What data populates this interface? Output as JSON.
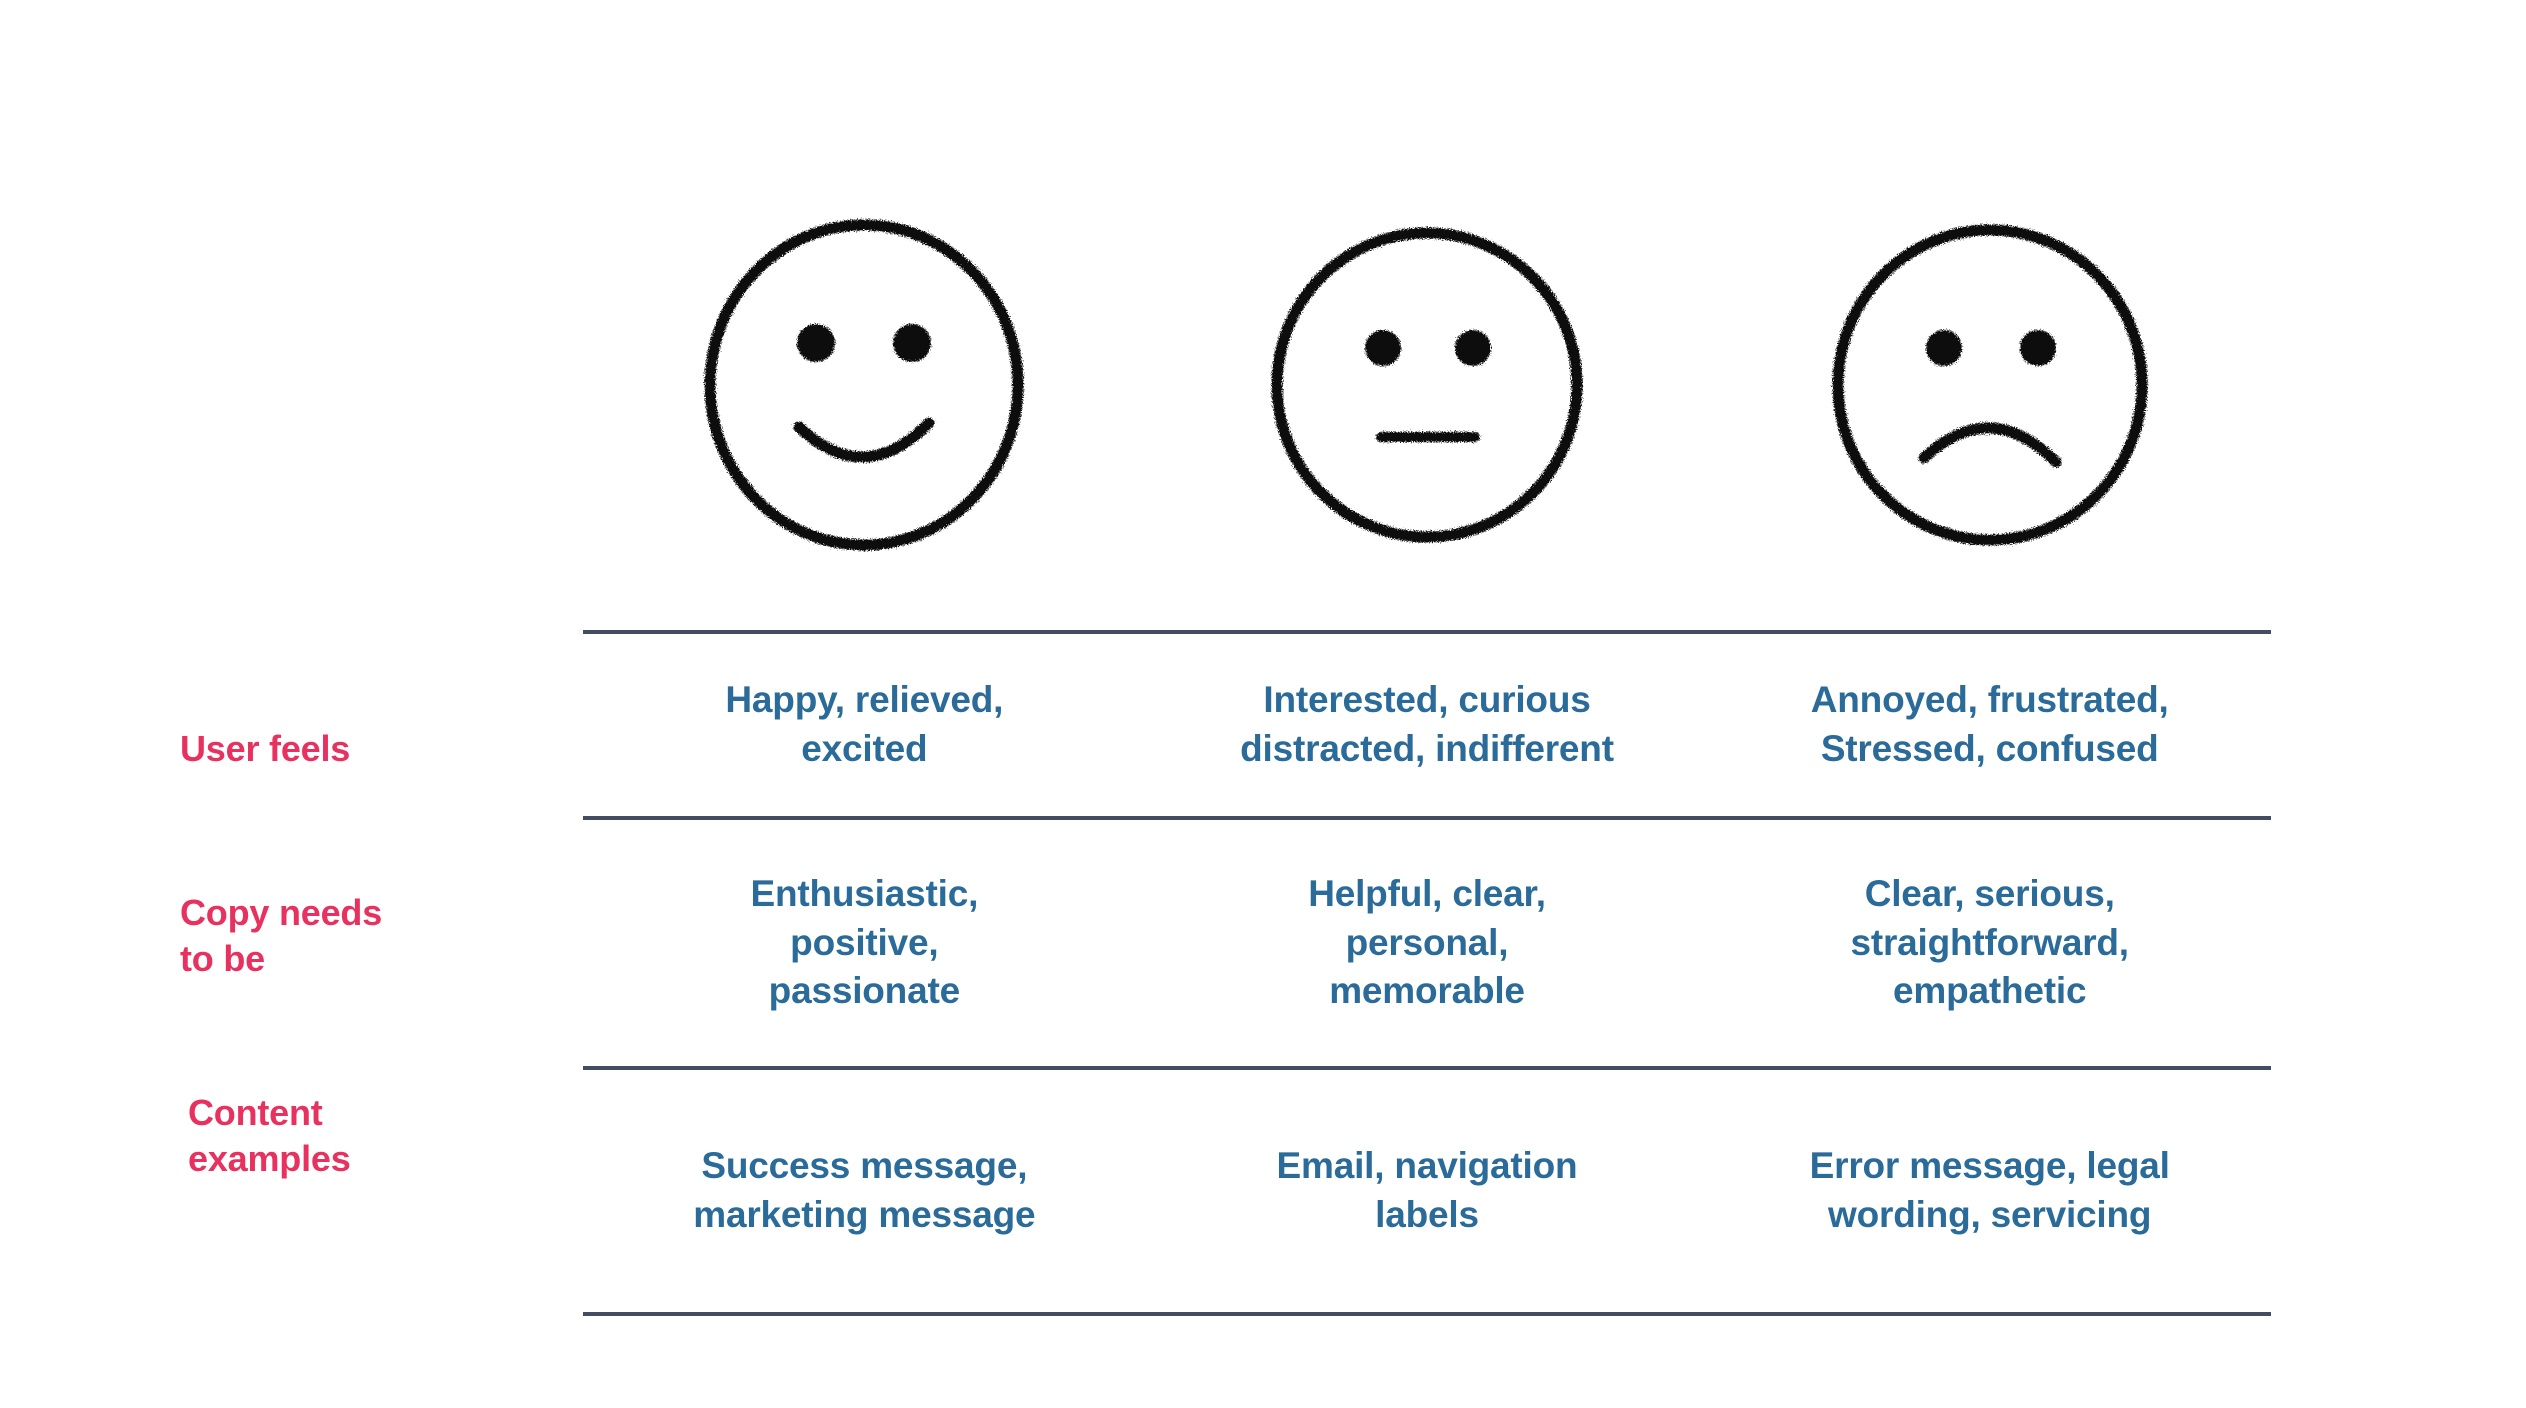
{
  "accent_colors": {
    "label_pink": "#e8315f",
    "value_blue": "#2a6b99",
    "divider_slate": "#434c63",
    "face_ink": "#111111",
    "background": "#ffffff"
  },
  "faces": [
    {
      "name": "happy-face-icon",
      "mood": "happy"
    },
    {
      "name": "neutral-face-icon",
      "mood": "neutral"
    },
    {
      "name": "sad-face-icon",
      "mood": "sad"
    }
  ],
  "row_labels": {
    "user_feels": "User feels",
    "copy_needs_to_be": "Copy needs\nto be",
    "content_examples": " Content\nexamples"
  },
  "matrix": {
    "user_feels": [
      "Happy, relieved,\nexcited",
      "Interested, curious\ndistracted, indifferent",
      "Annoyed, frustrated,\nStressed, confused"
    ],
    "copy_needs_to_be": [
      "Enthusiastic,\npositive,\npassionate",
      "Helpful, clear,\npersonal,\nmemorable",
      "Clear, serious,\nstraightforward,\nempathetic"
    ],
    "content_examples": [
      "Success message,\nmarketing message",
      "Email, navigation\nlabels",
      "Error message, legal\nwording, servicing"
    ]
  }
}
